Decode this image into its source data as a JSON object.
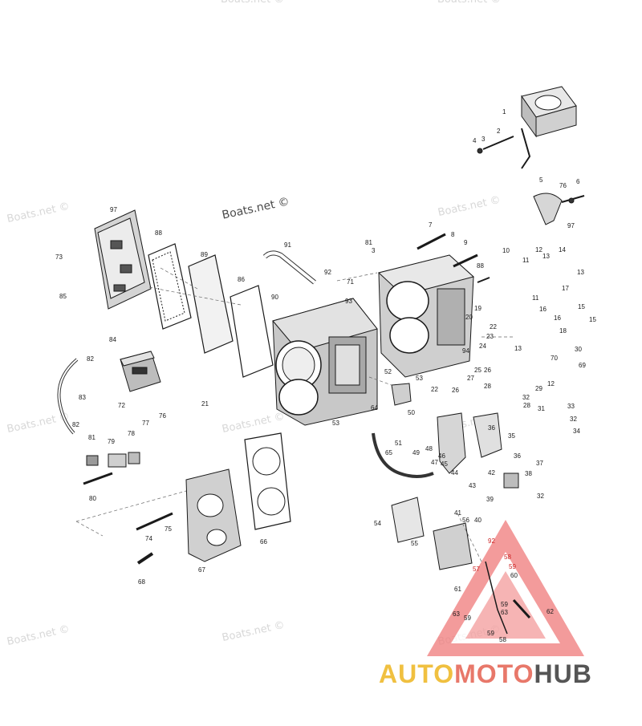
{
  "watermark": {
    "text": "Boats.net ©",
    "featured": "Boats.net ©"
  },
  "brand": {
    "part1": "AUTO",
    "part2": "MOTO",
    "part3": "HUB",
    "colors": {
      "auto": "#f0c040",
      "moto": "#e8786a",
      "hub": "#555555",
      "triangle": "#e85050"
    }
  },
  "callouts": [
    {
      "label": "1"
    },
    {
      "label": "2"
    },
    {
      "label": "3"
    },
    {
      "label": "4"
    },
    {
      "label": "5"
    },
    {
      "label": "76"
    },
    {
      "label": "6"
    },
    {
      "label": "97"
    },
    {
      "label": "7"
    },
    {
      "label": "8"
    },
    {
      "label": "9"
    },
    {
      "label": "88"
    },
    {
      "label": "10"
    },
    {
      "label": "11"
    },
    {
      "label": "12"
    },
    {
      "label": "13"
    },
    {
      "label": "14"
    },
    {
      "label": "13"
    },
    {
      "label": "17"
    },
    {
      "label": "11"
    },
    {
      "label": "16"
    },
    {
      "label": "15"
    },
    {
      "label": "15"
    },
    {
      "label": "18"
    },
    {
      "label": "16"
    },
    {
      "label": "97"
    },
    {
      "label": "88"
    },
    {
      "label": "89"
    },
    {
      "label": "73"
    },
    {
      "label": "85"
    },
    {
      "label": "91"
    },
    {
      "label": "92"
    },
    {
      "label": "81"
    },
    {
      "label": "3"
    },
    {
      "label": "71"
    },
    {
      "label": "93"
    },
    {
      "label": "90"
    },
    {
      "label": "86"
    },
    {
      "label": "19"
    },
    {
      "label": "20"
    },
    {
      "label": "94"
    },
    {
      "label": "22"
    },
    {
      "label": "23"
    },
    {
      "label": "24"
    },
    {
      "label": "13"
    },
    {
      "label": "70"
    },
    {
      "label": "30"
    },
    {
      "label": "69"
    },
    {
      "label": "84"
    },
    {
      "label": "82"
    },
    {
      "label": "83"
    },
    {
      "label": "72"
    },
    {
      "label": "82"
    },
    {
      "label": "81"
    },
    {
      "label": "79"
    },
    {
      "label": "77"
    },
    {
      "label": "78"
    },
    {
      "label": "76"
    },
    {
      "label": "21"
    },
    {
      "label": "80"
    },
    {
      "label": "74"
    },
    {
      "label": "75"
    },
    {
      "label": "67"
    },
    {
      "label": "68"
    },
    {
      "label": "66"
    },
    {
      "label": "65"
    },
    {
      "label": "53"
    },
    {
      "label": "52"
    },
    {
      "label": "53"
    },
    {
      "label": "64"
    },
    {
      "label": "25"
    },
    {
      "label": "26"
    },
    {
      "label": "27"
    },
    {
      "label": "22"
    },
    {
      "label": "26"
    },
    {
      "label": "28"
    },
    {
      "label": "32"
    },
    {
      "label": "29"
    },
    {
      "label": "12"
    },
    {
      "label": "28"
    },
    {
      "label": "31"
    },
    {
      "label": "33"
    },
    {
      "label": "32"
    },
    {
      "label": "34"
    },
    {
      "label": "50"
    },
    {
      "label": "51"
    },
    {
      "label": "49"
    },
    {
      "label": "48"
    },
    {
      "label": "47"
    },
    {
      "label": "46"
    },
    {
      "label": "45"
    },
    {
      "label": "44"
    },
    {
      "label": "36"
    },
    {
      "label": "35"
    },
    {
      "label": "36"
    },
    {
      "label": "37"
    },
    {
      "label": "38"
    },
    {
      "label": "42"
    },
    {
      "label": "43"
    },
    {
      "label": "39"
    },
    {
      "label": "32"
    },
    {
      "label": "41"
    },
    {
      "label": "40"
    },
    {
      "label": "54"
    },
    {
      "label": "56"
    },
    {
      "label": "55"
    },
    {
      "label": "92"
    },
    {
      "label": "58"
    },
    {
      "label": "59"
    },
    {
      "label": "57"
    },
    {
      "label": "60"
    },
    {
      "label": "61"
    },
    {
      "label": "59"
    },
    {
      "label": "62"
    },
    {
      "label": "63"
    },
    {
      "label": "63"
    },
    {
      "label": "59"
    },
    {
      "label": "59"
    },
    {
      "label": "58"
    }
  ]
}
